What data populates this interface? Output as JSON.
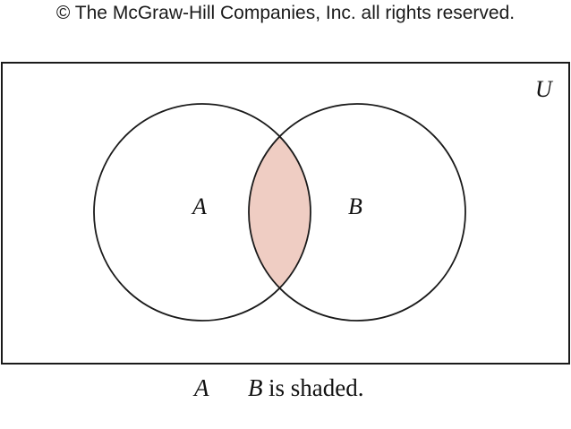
{
  "copyright": "© The McGraw-Hill Companies, Inc. all rights reserved.",
  "diagram": {
    "universe_label": "U",
    "set_a_label": "A",
    "set_b_label": "B",
    "shaded_region": "intersection",
    "colors": {
      "shade": "#efcdc3",
      "stroke": "#1a1a1a",
      "background": "#ffffff"
    }
  },
  "caption": {
    "set_a": "A",
    "set_b": "B",
    "text": "is shaded."
  }
}
